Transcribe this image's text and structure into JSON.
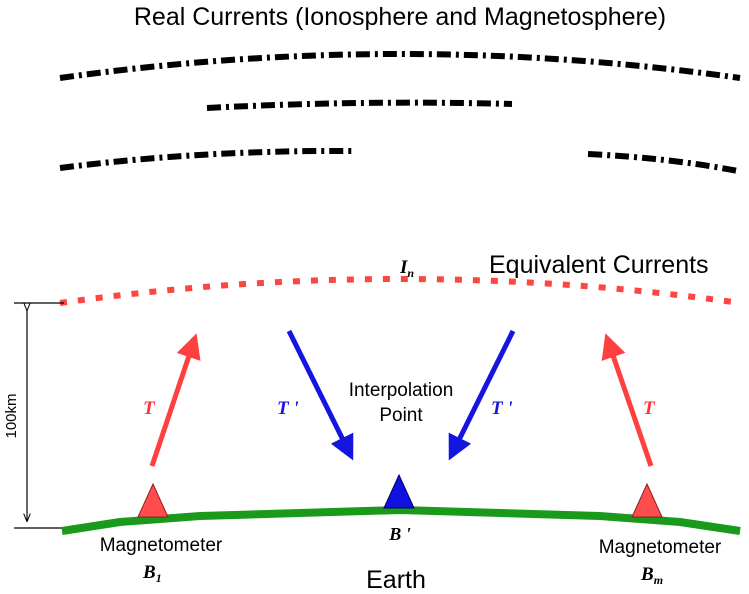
{
  "titles": {
    "real_currents": "Real Currents (Ionosphere and Magnetosphere)",
    "equivalent_currents": "Equivalent Currents",
    "earth": "Earth"
  },
  "labels": {
    "current_label": "I",
    "current_sub": "n",
    "height": "100km",
    "interpolation_line1": "Interpolation",
    "interpolation_line2": "Point",
    "t": "T",
    "t_prime": "T '",
    "magnetometer_left": "Magnetometer",
    "magnetometer_right": "Magnetometer",
    "b1": "B",
    "b1_sub": "1",
    "bm": "B",
    "bm_sub": "m",
    "b_prime": "B '"
  },
  "colors": {
    "real_current": "#000000",
    "equivalent_current": "#ff4444",
    "earth": "#1a9a1a",
    "magnetometer": "#ff4d4d",
    "interpolation": "#1010e0",
    "t_arrow": "#ff4040",
    "t_prime_arrow": "#1515e0"
  }
}
